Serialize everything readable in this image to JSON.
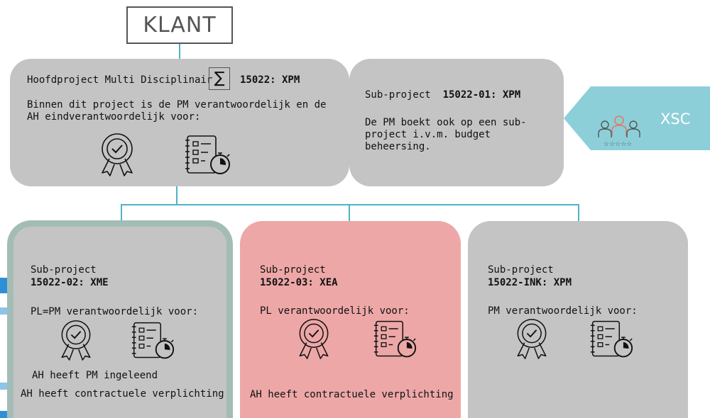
{
  "klant": "KLANT",
  "main": {
    "title_prefix": "Hoofdproject Multi Disciplinair",
    "sigma": "∑",
    "code": "15022: XPM",
    "desc_line1": "Binnen dit project is  de PM verantwoordelijk en de",
    "desc_line2": "AH eindverantwoordelijk voor:"
  },
  "sub01": {
    "label": "Sub-project",
    "code": "15022-01: XPM",
    "desc_line1": "De PM boekt ook op een sub-",
    "desc_line2": "project i.v.m. budget",
    "desc_line3": "beheersing."
  },
  "xsc": {
    "label": "XSC"
  },
  "sub02": {
    "label": "Sub-project",
    "code": "15022-02: XME",
    "resp": "PL=PM verantwoordelijk voor:",
    "note1": "AH heeft PM ingeleend",
    "note2": "AH heeft contractuele verplichting"
  },
  "sub03": {
    "label": "Sub-project",
    "code": "15022-03: XEA",
    "resp": "PL verantwoordelijk voor:",
    "note": "AH heeft contractuele verplichting"
  },
  "subink": {
    "label": "Sub-project",
    "code": "15022-INK: XPM",
    "resp": "PM verantwoordelijk voor:"
  },
  "colors": {
    "box_gray": "#c4c4c4",
    "box_pink": "#eda7a7",
    "box_border_green": "#a3bdb6",
    "connector": "#4fb3c8",
    "xsc_bg": "#8ccfd9"
  }
}
